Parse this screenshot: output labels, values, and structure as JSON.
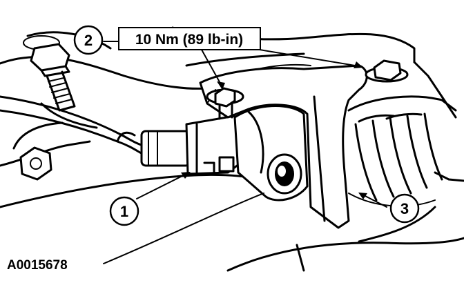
{
  "figure": {
    "callouts": [
      {
        "id": "callout-1",
        "label": "1"
      },
      {
        "id": "callout-2",
        "label": "2"
      },
      {
        "id": "callout-3",
        "label": "3"
      }
    ],
    "torque_label": "10 Nm (89 lb-in)",
    "figure_id": "A0015678"
  },
  "colors": {
    "ink": "#000000",
    "paper": "#ffffff"
  }
}
